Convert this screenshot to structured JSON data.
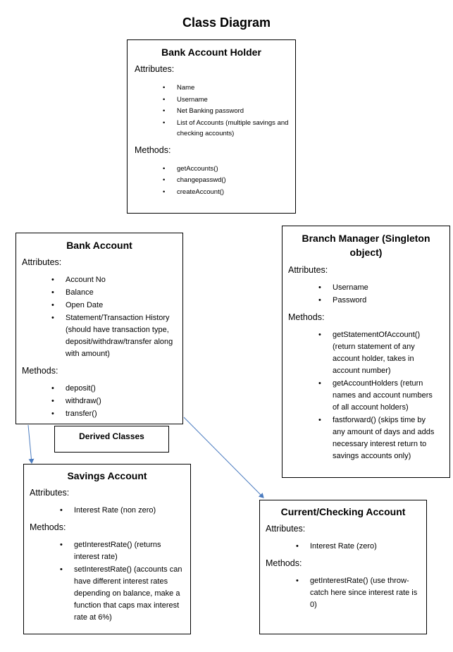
{
  "title": "Class Diagram",
  "holder": {
    "name": "Bank Account Holder",
    "attributes_label": "Attributes:",
    "attributes": [
      "Name",
      "Username",
      "Net Banking password",
      "List of Accounts (multiple savings and checking accounts)"
    ],
    "methods_label": "Methods:",
    "methods": [
      "getAccounts()",
      "changepasswd()",
      "createAccount()"
    ]
  },
  "account": {
    "name": "Bank Account",
    "attributes_label": "Attributes:",
    "attributes": [
      "Account No",
      "Balance",
      "Open Date",
      "Statement/Transaction History (should have transaction type, deposit/withdraw/transfer along with amount)"
    ],
    "methods_label": "Methods:",
    "methods": [
      "deposit()",
      "withdraw()",
      "transfer()"
    ]
  },
  "manager": {
    "name": "Branch Manager (Singleton object)",
    "attributes_label": "Attributes:",
    "attributes": [
      "Username",
      "Password"
    ],
    "methods_label": "Methods:",
    "methods": [
      "getStatementOfAccount() (return statement of any account holder, takes in account number)",
      "getAccountHolders (return names and account numbers of all account holders)",
      "fastforward() (skips time by any amount of days and adds necessary interest return to savings accounts only)"
    ]
  },
  "derived_label": "Derived Classes",
  "savings": {
    "name": "Savings Account",
    "attributes_label": "Attributes:",
    "attributes": [
      "Interest Rate (non zero)"
    ],
    "methods_label": "Methods:",
    "methods": [
      "getInterestRate() (returns interest rate)",
      "setInterestRate() (accounts can have different interest rates depending on balance, make a function that caps max interest rate at 6%)"
    ]
  },
  "current": {
    "name": "Current/Checking Account",
    "attributes_label": "Attributes:",
    "attributes": [
      "Interest Rate (zero)"
    ],
    "methods_label": "Methods:",
    "methods": [
      "getInterestRate() (use throw-catch here since interest rate is 0)"
    ]
  },
  "colors": {
    "arrow": "#4a7bbf",
    "border": "#000000"
  }
}
